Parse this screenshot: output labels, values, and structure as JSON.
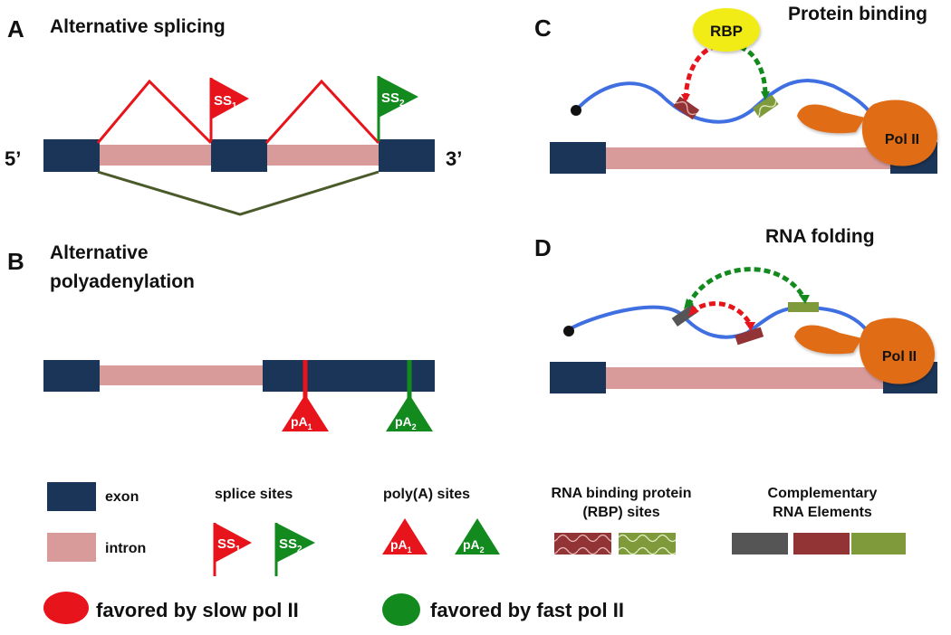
{
  "panels": {
    "A": {
      "letter": "A",
      "title": "Alternative splicing",
      "five_prime": "5’",
      "three_prime": "3’"
    },
    "B": {
      "letter": "B",
      "title_line1": "Alternative",
      "title_line2": "polyadenylation"
    },
    "C": {
      "letter": "C",
      "title": "Protein binding",
      "rbp": "RBP",
      "pol": "Pol II"
    },
    "D": {
      "letter": "D",
      "title": "RNA folding",
      "pol": "Pol II"
    }
  },
  "marks": {
    "ss1": "SS",
    "ss1_sub": "1",
    "ss2": "SS",
    "ss2_sub": "2",
    "pa1": "pA",
    "pa1_sub": "1",
    "pa2": "pA",
    "pa2_sub": "2"
  },
  "legend": {
    "exon": "exon",
    "intron": "intron",
    "splice_sites": "splice sites",
    "polya_sites": "poly(A) sites",
    "rbp_sites_line1": "RNA binding protein",
    "rbp_sites_line2": "(RBP) sites",
    "complementary_line1": "Complementary",
    "complementary_line2": "RNA Elements",
    "slow": "favored by slow pol II",
    "fast": "favored by fast pol II"
  },
  "colors": {
    "exon": "#1b3558",
    "intron": "#d99a9a",
    "slow": "#e8141c",
    "fast": "#138a1e",
    "rna": "#3f6fe0",
    "polII": "#e06d18",
    "rbp": "#f2ec12",
    "dark_olive": "#4b5a2a",
    "element_gray": "#555555",
    "element_maroon": "#923335",
    "element_olive": "#7f9a3b"
  }
}
